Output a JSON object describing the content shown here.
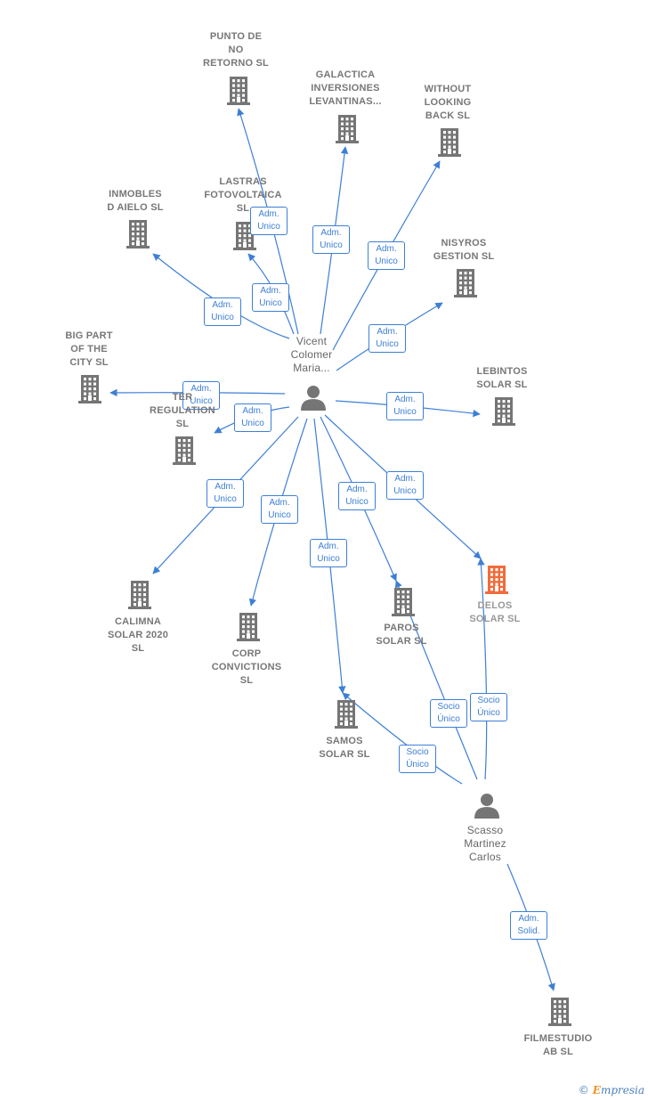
{
  "colors": {
    "edge": "#3d7fd6",
    "building": "#757575",
    "focus": "#f26b3a",
    "person": "#757575"
  },
  "nodes": [
    {
      "id": "punto",
      "type": "company",
      "label": "PUNTO DE\nNO\nRETORNO SL"
    },
    {
      "id": "galactica",
      "type": "company",
      "label": "GALACTICA\nINVERSIONES\nLEVANTINAS..."
    },
    {
      "id": "without",
      "type": "company",
      "label": "WITHOUT\nLOOKING\nBACK SL"
    },
    {
      "id": "inmobles",
      "type": "company",
      "label": "INMOBLES\nD AIELO SL"
    },
    {
      "id": "lastras",
      "type": "company",
      "label": "LASTRAS\nFOTOVOLTAICA\nSL"
    },
    {
      "id": "nisyros",
      "type": "company",
      "label": "NISYROS\nGESTION SL"
    },
    {
      "id": "bigpart",
      "type": "company",
      "label": "BIG PART\nOF THE\nCITY SL"
    },
    {
      "id": "terregulation",
      "type": "company",
      "label": "TER\nREGULATION\nSL"
    },
    {
      "id": "lebintos",
      "type": "company",
      "label": "LEBINTOS\nSOLAR SL"
    },
    {
      "id": "calimna",
      "type": "company",
      "label": "CALIMNA\nSOLAR 2020\nSL"
    },
    {
      "id": "corp",
      "type": "company",
      "label": "CORP\nCONVICTIONS\nSL"
    },
    {
      "id": "samos",
      "type": "company",
      "label": "SAMOS\nSOLAR SL"
    },
    {
      "id": "paros",
      "type": "company",
      "label": "PAROS\nSOLAR SL"
    },
    {
      "id": "delos",
      "type": "company",
      "focus": true,
      "label": "DELOS\nSOLAR SL"
    },
    {
      "id": "filmestudio",
      "type": "company",
      "label": "FILMESTUDIO\nAB SL"
    },
    {
      "id": "vicent",
      "type": "person",
      "label": "Vicent\nColomer\nMaria..."
    },
    {
      "id": "scasso",
      "type": "person",
      "label": "Scasso\nMartinez\nCarlos"
    }
  ],
  "edges": [
    {
      "from": "vicent",
      "to": "punto",
      "label": "Adm.\nUnico"
    },
    {
      "from": "vicent",
      "to": "galactica",
      "label": "Adm.\nUnico"
    },
    {
      "from": "vicent",
      "to": "without",
      "label": "Adm.\nUnico"
    },
    {
      "from": "vicent",
      "to": "inmobles",
      "label": "Adm.\nUnico"
    },
    {
      "from": "vicent",
      "to": "lastras",
      "label": "Adm.\nUnico"
    },
    {
      "from": "vicent",
      "to": "nisyros",
      "label": "Adm.\nUnico"
    },
    {
      "from": "vicent",
      "to": "bigpart",
      "label": "Adm.\nUnico"
    },
    {
      "from": "vicent",
      "to": "terregulation",
      "label": "Adm.\nUnico"
    },
    {
      "from": "vicent",
      "to": "lebintos",
      "label": "Adm.\nUnico"
    },
    {
      "from": "vicent",
      "to": "calimna",
      "label": "Adm.\nUnico"
    },
    {
      "from": "vicent",
      "to": "corp",
      "label": "Adm.\nUnico"
    },
    {
      "from": "vicent",
      "to": "samos",
      "label": "Adm.\nUnico"
    },
    {
      "from": "vicent",
      "to": "paros",
      "label": "Adm.\nUnico"
    },
    {
      "from": "vicent",
      "to": "delos",
      "label": "Adm.\nUnico"
    },
    {
      "from": "scasso",
      "to": "samos",
      "label": "Socio\nÚnico"
    },
    {
      "from": "scasso",
      "to": "paros",
      "label": "Socio\nÚnico"
    },
    {
      "from": "scasso",
      "to": "delos",
      "label": "Socio\nÚnico"
    },
    {
      "from": "scasso",
      "to": "filmestudio",
      "label": "Adm.\nSolid."
    }
  ],
  "footer": {
    "copyright": "©",
    "brand_initial": "E",
    "brand_rest": "mpresia"
  }
}
